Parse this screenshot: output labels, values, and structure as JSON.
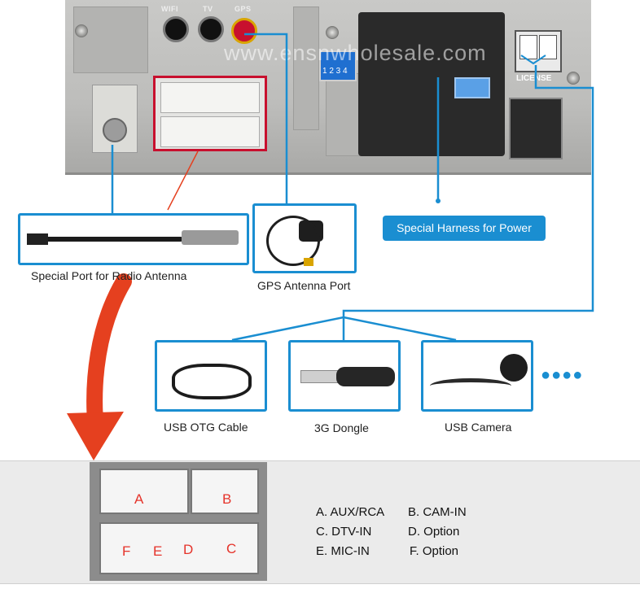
{
  "device": {
    "port_labels": [
      "WIFI",
      "TV",
      "GPS"
    ],
    "dip_numbers": "1 2 3 4",
    "usb_label": "LICENSE",
    "watermark": "www.ensnwholesale.com"
  },
  "callouts": {
    "radio_antenna": "Special Port for Radio Antenna",
    "gps_antenna": "GPS Antenna Port",
    "power_harness": "Special Harness for Power",
    "usb_otg": "USB OTG Cable",
    "dongle_3g": "3G Dongle",
    "usb_camera": "USB Camera",
    "more_indicator": "●●●●"
  },
  "connector": {
    "letters": [
      "A",
      "B",
      "F",
      "E",
      "D",
      "C"
    ]
  },
  "legend": {
    "row1_left": "A. AUX/RCA",
    "row1_right": "B. CAM-IN",
    "row2_left": "C. DTV-IN",
    "row2_right": "D. Option",
    "row3_left": "E. MIC-IN",
    "row3_right": "F. Option"
  },
  "colors": {
    "accent_blue": "#1a8ed1",
    "highlight_red": "#c8102e",
    "arrow_red": "#e5401f"
  }
}
